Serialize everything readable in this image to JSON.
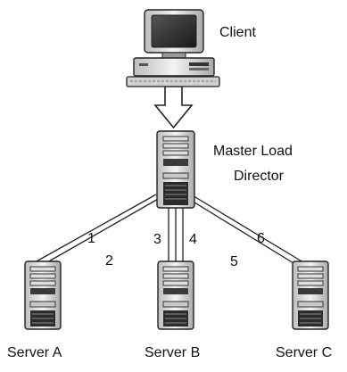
{
  "client": {
    "label": "Client"
  },
  "director": {
    "label_line1": "Master Load",
    "label_line2": "Director"
  },
  "servers": [
    {
      "label": "Server A"
    },
    {
      "label": "Server B"
    },
    {
      "label": "Server C"
    }
  ],
  "connection_numbers": [
    "1",
    "2",
    "3",
    "4",
    "5",
    "6"
  ],
  "icons": {
    "client": "desktop-computer-icon",
    "director": "tower-server-icon",
    "server": "tower-server-icon",
    "flow": "hollow-arrow-down-icon"
  }
}
